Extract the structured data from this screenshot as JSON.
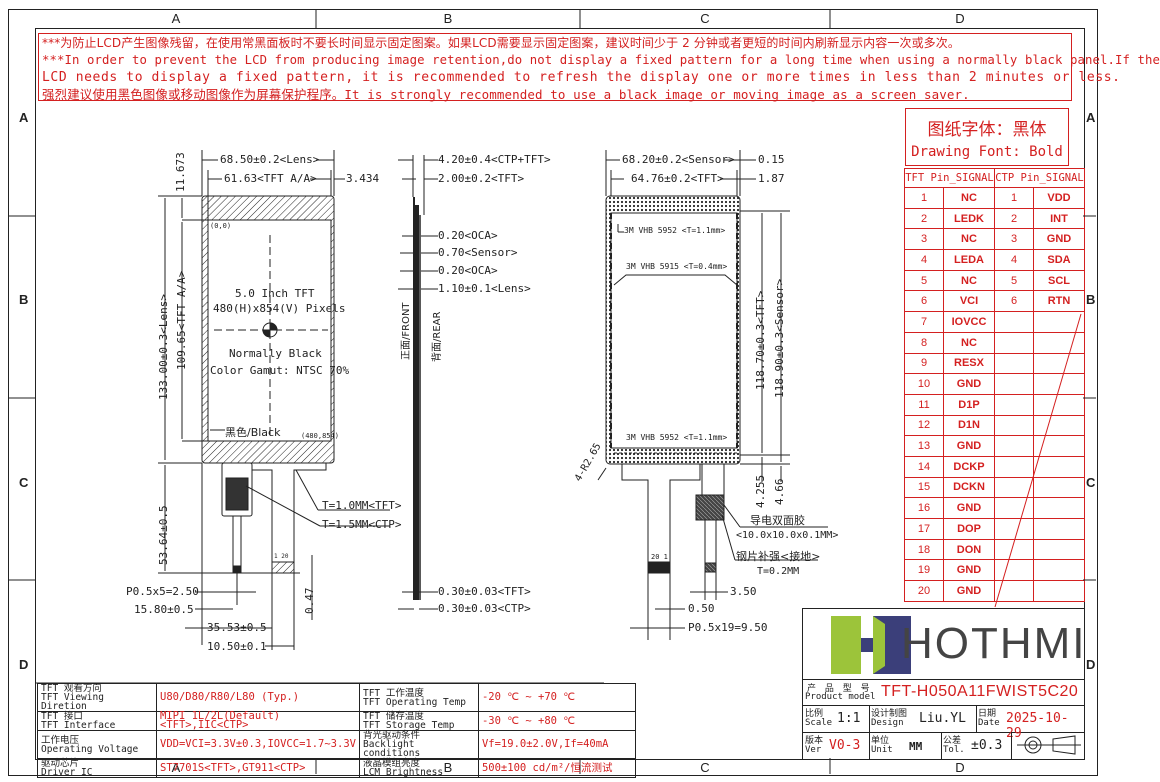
{
  "frame": {
    "zones_top": [
      "A",
      "B",
      "C",
      "D"
    ],
    "zones_bottom": [
      "A",
      "B",
      "C",
      "D"
    ],
    "zones_left": [
      "A",
      "B",
      "C",
      "D"
    ],
    "zones_right": [
      "A",
      "B",
      "C",
      "D"
    ]
  },
  "warning": {
    "line1": "***为防止LCD产生图像残留，在使用常黑面板时不要长时间显示固定图案。如果LCD需要显示固定图案，建议时间少于 2 分钟或者更短的时间内刷新显示内容一次或多次。",
    "line2": "***In order to prevent the LCD from producing image retention,do not display a fixed pattern for a long time when using a normally black panel.If the",
    "line3": " LCD needs to display a fixed pattern, it is recommended to refresh the display one or more times in less than 2 minutes or less.",
    "line4": "强烈建议使用黑色图像或移动图像作为屏幕保护程序。It is strongly recommended to use a black image or moving image as a screen saver."
  },
  "drawing_font": {
    "zh": "图纸字体：黑体",
    "en": "Drawing Font: Bold"
  },
  "pin_table": {
    "tft_header": "TFT Pin_SIGNAL",
    "ctp_header": "CTP Pin_SIGNAL",
    "tft": [
      {
        "pin": "1",
        "signal": "NC"
      },
      {
        "pin": "2",
        "signal": "LEDK"
      },
      {
        "pin": "3",
        "signal": "NC"
      },
      {
        "pin": "4",
        "signal": "LEDA"
      },
      {
        "pin": "5",
        "signal": "NC"
      },
      {
        "pin": "6",
        "signal": "VCI"
      },
      {
        "pin": "7",
        "signal": "IOVCC"
      },
      {
        "pin": "8",
        "signal": "NC"
      },
      {
        "pin": "9",
        "signal": "RESX"
      },
      {
        "pin": "10",
        "signal": "GND"
      },
      {
        "pin": "11",
        "signal": "D1P"
      },
      {
        "pin": "12",
        "signal": "D1N"
      },
      {
        "pin": "13",
        "signal": "GND"
      },
      {
        "pin": "14",
        "signal": "DCKP"
      },
      {
        "pin": "15",
        "signal": "DCKN"
      },
      {
        "pin": "16",
        "signal": "GND"
      },
      {
        "pin": "17",
        "signal": "DOP"
      },
      {
        "pin": "18",
        "signal": "DON"
      },
      {
        "pin": "19",
        "signal": "GND"
      },
      {
        "pin": "20",
        "signal": "GND"
      }
    ],
    "ctp": [
      {
        "pin": "1",
        "signal": "VDD"
      },
      {
        "pin": "2",
        "signal": "INT"
      },
      {
        "pin": "3",
        "signal": "GND"
      },
      {
        "pin": "4",
        "signal": "SDA"
      },
      {
        "pin": "5",
        "signal": "SCL"
      },
      {
        "pin": "6",
        "signal": "RTN"
      }
    ]
  },
  "front_view": {
    "dim_lens_width": "68.50±0.2<Lens>",
    "dim_aa_width": "61.63<TFT A/A>",
    "dim_right_offset": "3.434",
    "dim_top_offset": "11.673",
    "dim_lens_height": "133.00±0.3<Lens>",
    "dim_aa_height": "109.65<TFT A/A>",
    "origin_label": "(0,0)",
    "end_label": "(480,854)",
    "size_label": "5.0 Inch TFT",
    "resolution_label": "480(H)x854(V) Pixels",
    "mode_label": "Normally Black",
    "gamut_label": "Color Gamut: NTSC 70%",
    "black_label": "黑色/Black",
    "fpc_length": "53.64±0.5",
    "thickness_tft": "T=1.0MM<TFT>",
    "thickness_ctp": "T=1.5MM<CTP>",
    "pitch_ctp": "P0.5x5=2.50",
    "dim_15_80": "15.80±0.5",
    "dim_35_53": "35.53±0.5",
    "dim_10_50": "10.50±0.1",
    "dim_0_47": "0.47",
    "fpc_pins": "1   20"
  },
  "side_view": {
    "dim_total": "4.20±0.4<CTP+TFT>",
    "dim_tft": "2.00±0.2<TFT>",
    "oca1": "0.20<OCA>",
    "sensor": "0.70<Sensor>",
    "oca2": "0.20<OCA>",
    "lens": "1.10±0.1<Lens>",
    "front_label": "正面/FRONT",
    "rear_label": "背面/REAR",
    "fpc_tft": "0.30±0.03<TFT>",
    "fpc_ctp": "0.30±0.03<CTP>"
  },
  "rear_view": {
    "dim_sensor_width": "68.20±0.2<Sensor>",
    "dim_tft_width": "64.76±0.2<TFT>",
    "dim_015": "0.15",
    "dim_187": "1.87",
    "tape1": "3M VHB 5952 <T=1.1mm>",
    "tape2": "3M VHB 5915 <T=0.4mm>",
    "tape3": "3M VHB 5952 <T=1.1mm>",
    "dim_tft_height": "118.70±0.3<TFT>",
    "dim_sensor_height": "118.90±0.3<Sensor>",
    "dim_4255": "4.255",
    "dim_466": "4.66",
    "radius": "4-R2.65",
    "conductive_tape": "导电双面胶",
    "conductive_size": "<10.0x10.0x0.1MM>",
    "steel": "钢片补强<接地>",
    "steel_t": "T=0.2MM",
    "dim_350": "3.50",
    "dim_050": "0.50",
    "pitch_tft": "P0.5x19=9.50",
    "fpc_pins": "20 1"
  },
  "specs": [
    {
      "label_zh": "TFT 观看方向",
      "label_en": "TFT Viewing Diretion",
      "value": "U80/D80/R80/L80 (Typ.)",
      "label2_zh": "TFT 工作温度",
      "label2_en": "TFT Operating Temp",
      "value2": "-20 ℃ ~ +70 ℃"
    },
    {
      "label_zh": "TFT 接口",
      "label_en": "TFT Interface",
      "value": "MIPI 1L/2L(Default)<TFT>,IIC<CTP>",
      "label2_zh": "TFT 储存温度",
      "label2_en": "TFT Storage Temp",
      "value2": "-30 ℃ ~ +80 ℃"
    },
    {
      "label_zh": "工作电压",
      "label_en": "Operating Voltage",
      "value": "VDD=VCI=3.3V±0.3,IOVCC=1.7~3.3V",
      "label2_zh": "背光驱动条件",
      "label2_en": "Backlight conditions",
      "value2": "Vf=19.0±2.0V,If=40mA"
    },
    {
      "label_zh": "驱动芯片",
      "label_en": "Driver IC",
      "value": "ST7701S<TFT>,GT911<CTP>",
      "label2_zh": "液晶模组亮度",
      "label2_en": "LCM Brightness",
      "value2": "500±100 cd/m²/恒流测试"
    }
  ],
  "title_block": {
    "logo_text": "HOTHMI",
    "product_model_zh": "产 品 型 号",
    "product_model_en": "Product model",
    "product_model": "TFT-H050A11FWIST5C20",
    "scale_zh": "比例",
    "scale_en": "Scale",
    "scale": "1:1",
    "design_zh": "设计制图",
    "design_en": "Design",
    "designer": "Liu.YL",
    "date_zh": "日期",
    "date_en": "Date",
    "date": "2025-10-29",
    "ver_zh": "版本",
    "ver_en": "Ver",
    "version": "V0-3",
    "unit_zh": "单位",
    "unit_en": "Unit",
    "unit": "MM",
    "tol_zh": "公差",
    "tol_en": "Tol.",
    "tolerance": "±0.3"
  },
  "colors": {
    "annotation_red": "#d42020",
    "line": "#222222",
    "logo_green": "#9cc43a",
    "logo_navy": "#3b3f7a",
    "logo_text": "#444444"
  }
}
